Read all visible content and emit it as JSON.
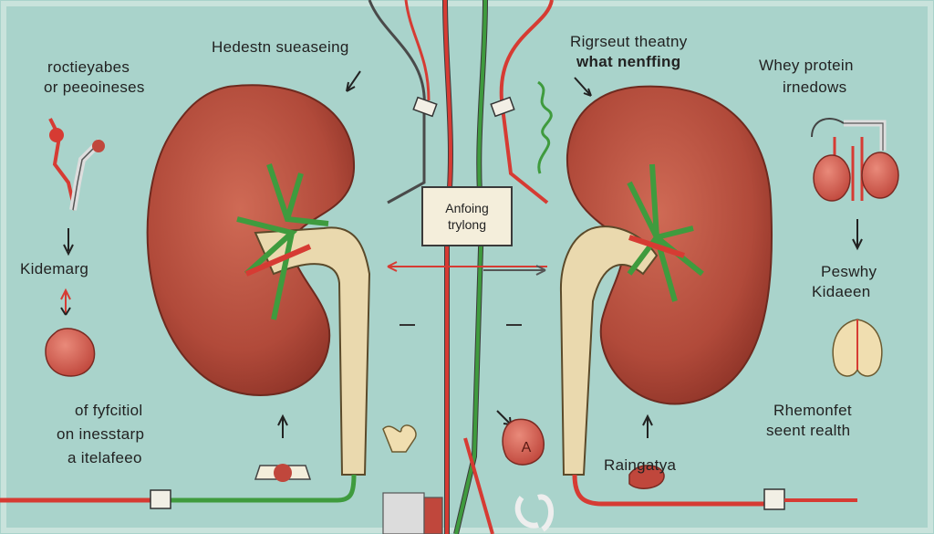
{
  "labels": {
    "top_left_heading": "Hedestn sueaseing",
    "top_left_side_1": "roctieyabes",
    "top_left_side_2": "or peeoineses",
    "left_mid": "Kidemarg",
    "bottom_left_1": "of fyfcitiol",
    "bottom_left_2": "on inesstarp",
    "bottom_left_3": "a itelafeeo",
    "top_right_heading_1": "Rigrseut theatny",
    "top_right_heading_2": "what nenffing",
    "far_right_1": "Whey protein",
    "far_right_2": "irnedows",
    "right_mid_1": "Peswhy",
    "right_mid_2": "Kidaeen",
    "bottom_right_1": "Rhemonfet",
    "bottom_right_2": "seent realth",
    "bottom_center": "Raingatya",
    "center_box_1": "Anfoing",
    "center_box_2": "trylong",
    "marker_letter": "A"
  },
  "colors": {
    "background": "#a9d3cb",
    "kidney": "#b94f3e",
    "ureter": "#ead9ae",
    "artery": "#d63b33",
    "vein": "#3f9b3e",
    "outline": "#3a3a3a"
  }
}
